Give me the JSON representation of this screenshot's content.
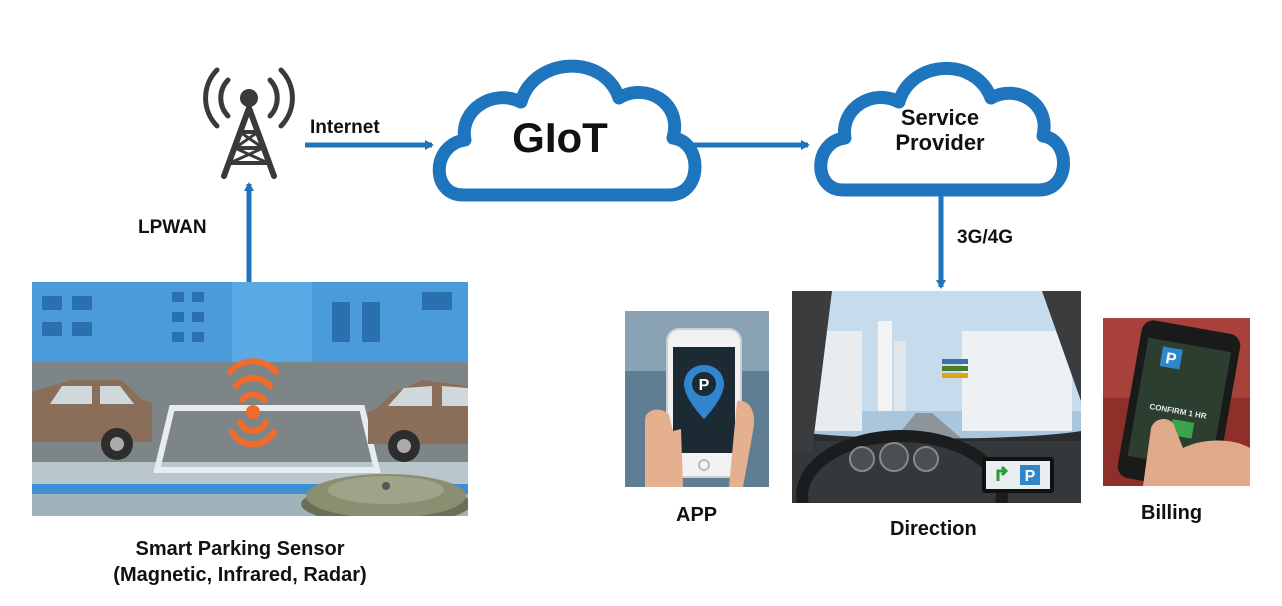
{
  "nodes": {
    "giot": "GIoT",
    "service_provider_line1": "Service",
    "service_provider_line2": "Provider"
  },
  "links": {
    "internet": "Internet",
    "lpwan": "LPWAN",
    "mobile": "3G/4G"
  },
  "outputs": {
    "app": "APP",
    "direction": "Direction",
    "billing": "Billing"
  },
  "sensor": {
    "line1": "Smart Parking Sensor",
    "line2": "(Magnetic, Infrared, Radar)"
  },
  "app_screen": {
    "parking_glyph": "P"
  },
  "nav_screen": {
    "parking_glyph": "P"
  },
  "billing_screen": {
    "parking_glyph": "P",
    "confirm": "CONFIRM 1 HR"
  },
  "icons": {
    "tower": "cell-tower-icon",
    "cloud": "cloud-icon"
  },
  "colors": {
    "accent": "#1f75bd",
    "signal": "#f26b2a"
  }
}
